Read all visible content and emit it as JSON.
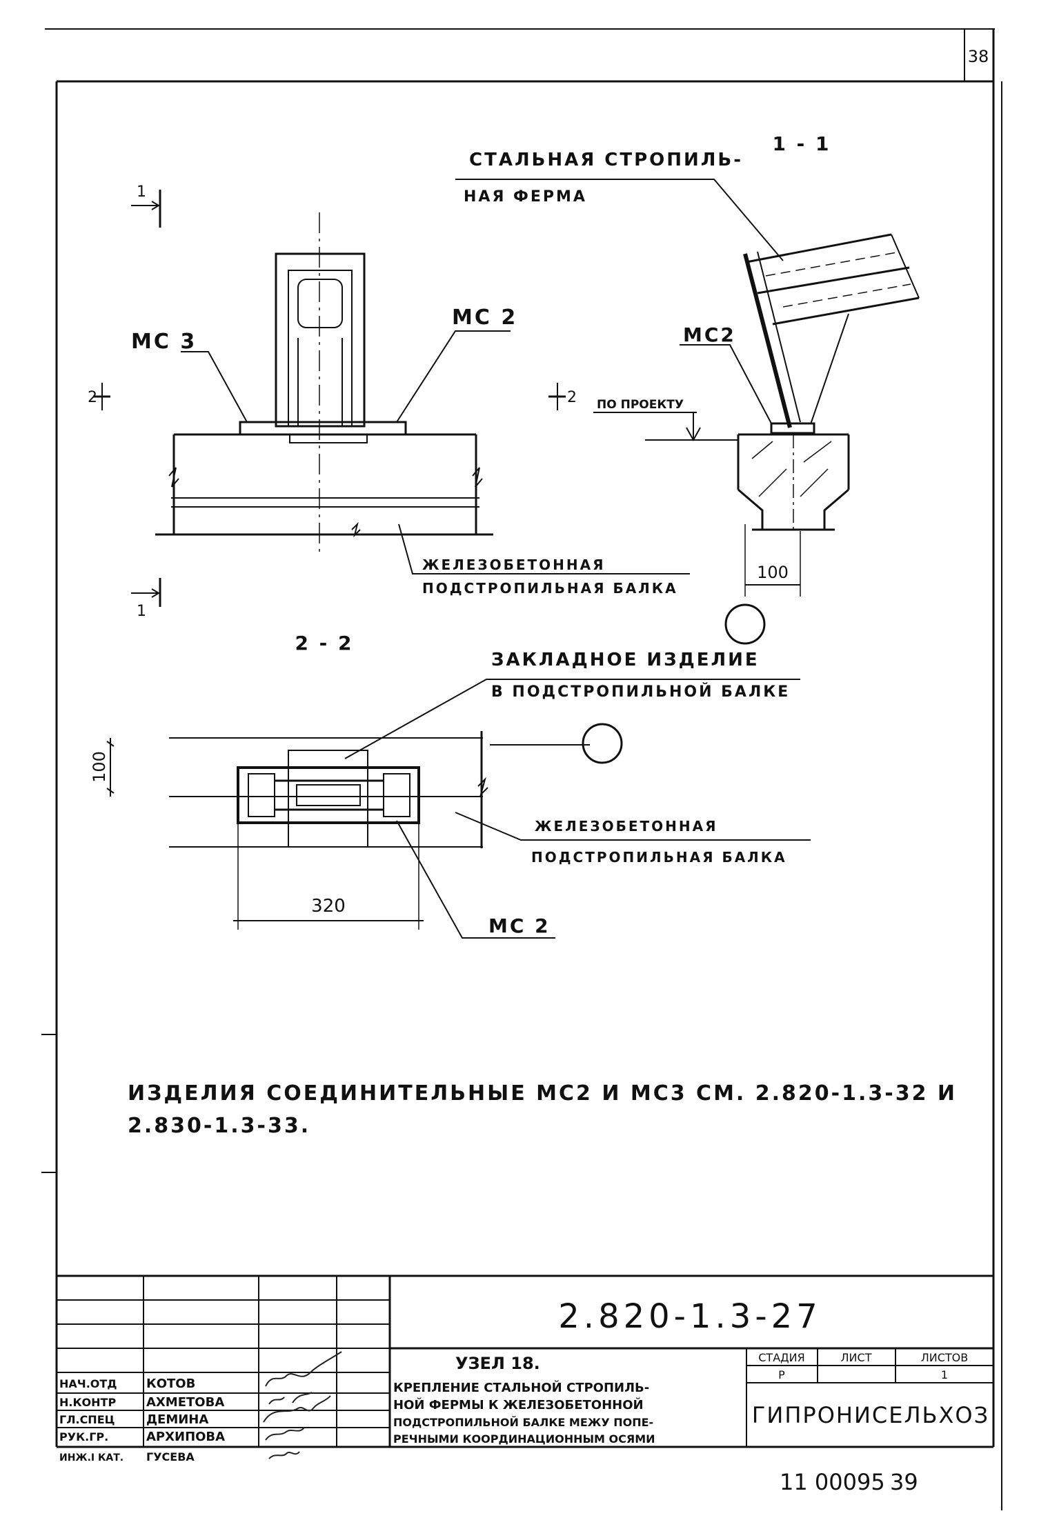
{
  "page_number": "38",
  "views": {
    "front": {
      "section_mark_1": "1",
      "section_mark_2": "2",
      "label_ms3": "МС 3",
      "label_ms2": "МС 2",
      "label_beam_line1": "ЖЕЛЕЗОБЕТОННАЯ",
      "label_beam_line2": "ПОДСТРОПИЛЬНАЯ БАЛКА"
    },
    "section_1_1": {
      "title": "1 - 1",
      "label_truss_line1": "СТАЛЬНАЯ СТРОПИЛЬ-",
      "label_truss_line2": "НАЯ ФЕРМА",
      "label_ms2": "МС2",
      "level_note": "ПО ПРОЕКТУ",
      "dim_100": "100"
    },
    "section_2_2": {
      "title": "2 - 2",
      "label_embed_line1": "ЗАКЛАДНОЕ ИЗДЕЛИЕ",
      "label_embed_line2": "В ПОДСТРОПИЛЬНОЙ БАЛКЕ",
      "label_beam_line1": "ЖЕЛЕЗОБЕТОННАЯ",
      "label_beam_line2": "ПОДСТРОПИЛЬНАЯ БАЛКА",
      "label_ms2": "МС 2",
      "dim_100": "100",
      "dim_320": "320"
    }
  },
  "note": {
    "line1": "ИЗДЕЛИЯ СОЕДИНИТЕЛЬНЫЕ МС2 И МС3 СМ. 2.820-1.3-32 И",
    "line2": "2.830-1.3-33."
  },
  "title_block": {
    "doc_code": "2.820-1.3-27",
    "roles": [
      {
        "role": "НАЧ.ОТД",
        "name": "КОТОВ"
      },
      {
        "role": "Н.КОНТР",
        "name": "АХМЕТОВА"
      },
      {
        "role": "ГЛ.СПЕЦ",
        "name": "ДЕМИНА"
      },
      {
        "role": "РУК.ГР.",
        "name": "АРХИПОВА"
      },
      {
        "role": "ИНЖ.I КАТ.",
        "name": "ГУСЕВА"
      }
    ],
    "title_line1": "УЗЕЛ 18.",
    "title_line2": "КРЕПЛЕНИЕ СТАЛЬНОЙ СТРОПИЛЬ-",
    "title_line3": "НОЙ ФЕРМЫ К ЖЕЛЕЗОБЕТОННОЙ",
    "title_line4": "ПОДСТРОПИЛЬНОЙ БАЛКЕ МЕЖУ ПОПЕ-",
    "title_line5": "РЕЧНЫМИ КООРДИНАЦИОННЫМ ОСЯМИ",
    "stage_header": "СТАДИЯ",
    "sheet_header": "ЛИСТ",
    "sheets_header": "ЛИСТОВ",
    "stage_value": "Р",
    "sheet_value": "",
    "sheets_value": "1",
    "organization": "ГИПРОНИСЕЛЬХОЗ"
  },
  "footer": {
    "archive_number": "11 00095",
    "page_mark": "39"
  }
}
